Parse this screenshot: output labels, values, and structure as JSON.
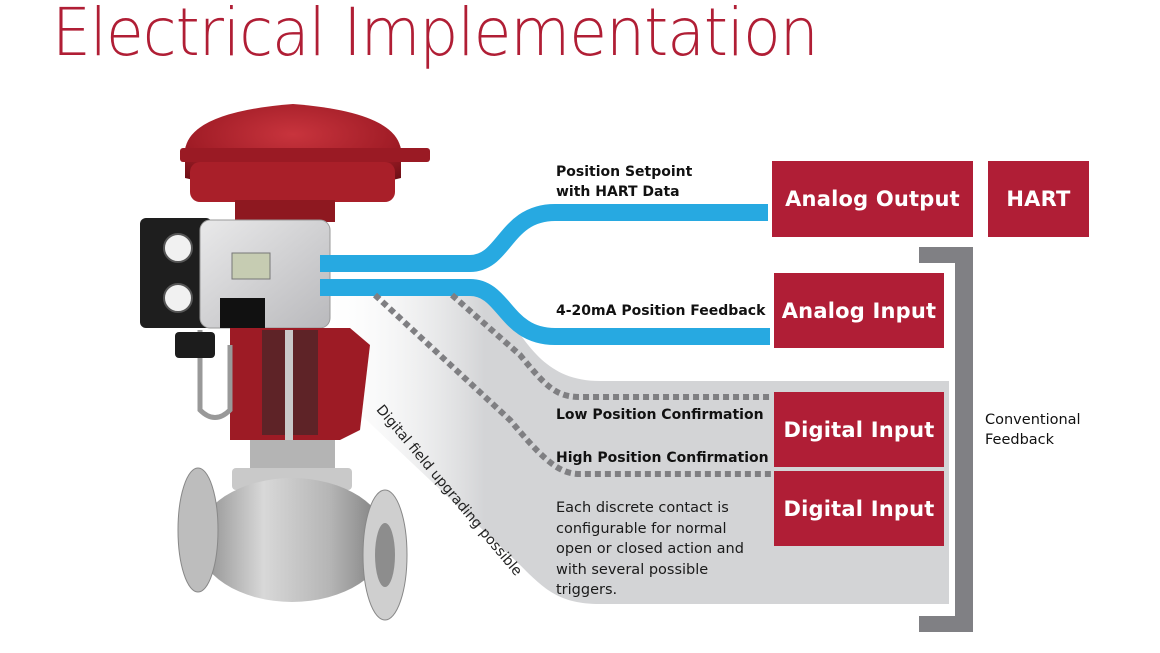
{
  "title": "Electrical Implementation",
  "colors": {
    "title": "#b01e35",
    "box": "#b01e36",
    "signal_line": "#27a9e1",
    "dashed_line": "#7f7f82",
    "band": "#d3d4d6",
    "bracket": "#808084"
  },
  "signals": {
    "setpoint_label_line1": "Position Setpoint",
    "setpoint_label_line2": "with HART Data",
    "feedback_label": "4-20mA Position Feedback",
    "low_confirm_label": "Low Position Confirmation",
    "high_confirm_label": "High Position Confirmation"
  },
  "boxes": {
    "analog_output": "Analog Output",
    "hart": "HART",
    "analog_input": "Analog Input",
    "digital_input_1": "Digital Input",
    "digital_input_2": "Digital Input"
  },
  "notes": {
    "discrete_contact": "Each discrete contact is configurable for normal open or closed action and with several possible triggers.",
    "digital_upgrade": "Digital field upgrading possible",
    "conventional_line1": "Conventional",
    "conventional_line2": "Feedback"
  },
  "image": {
    "subject": "control-valve-with-positioner"
  }
}
